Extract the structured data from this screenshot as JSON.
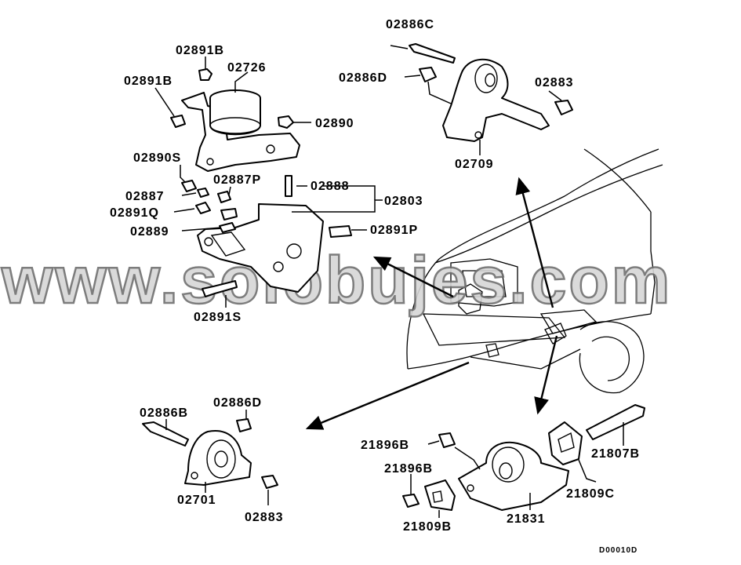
{
  "labels": {
    "l02891B_top": "02891B",
    "l02726": "02726",
    "l02891B_left": "02891B",
    "l02890": "02890",
    "l02890S": "02890S",
    "l02887P": "02887P",
    "l02888": "02888",
    "l02803": "02803",
    "l02887": "02887",
    "l02891Q": "02891Q",
    "l02889": "02889",
    "l02891P": "02891P",
    "l02891S": "02891S",
    "l02886C": "02886C",
    "l02886D_top": "02886D",
    "l02883_top": "02883",
    "l02709": "02709",
    "l02886B": "02886B",
    "l02886D_bottom": "02886D",
    "l02701": "02701",
    "l02883_bottom": "02883",
    "l21896B_top": "21896B",
    "l21896B_bottom": "21896B",
    "l21807B": "21807B",
    "l21809C": "21809C",
    "l21809B": "21809B",
    "l21831": "21831"
  },
  "diagram_code": "D00010D",
  "watermark": "www.solobujes.com"
}
